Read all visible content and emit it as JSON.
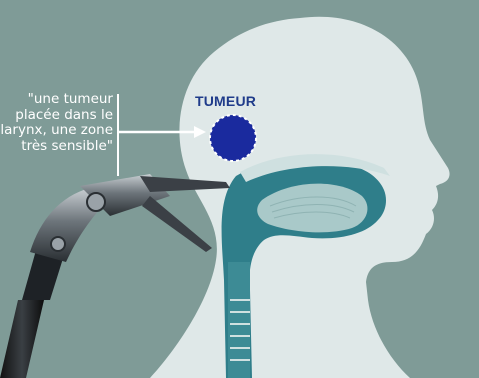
{
  "callout": {
    "lines": [
      "\"une tumeur",
      "placée dans le",
      "larynx, une zone",
      "très sensible\""
    ]
  },
  "tumor": {
    "label": "TUMEUR",
    "fill_color": "#1a2a9e",
    "outline_color": "#ffffff"
  },
  "colors": {
    "background": "#7f9b97",
    "head": "#dfe8e8",
    "airway": "#2f7e8a",
    "arrow": "#ffffff"
  },
  "icons": [
    "head-silhouette",
    "surgical-robot-arm",
    "arrow"
  ]
}
